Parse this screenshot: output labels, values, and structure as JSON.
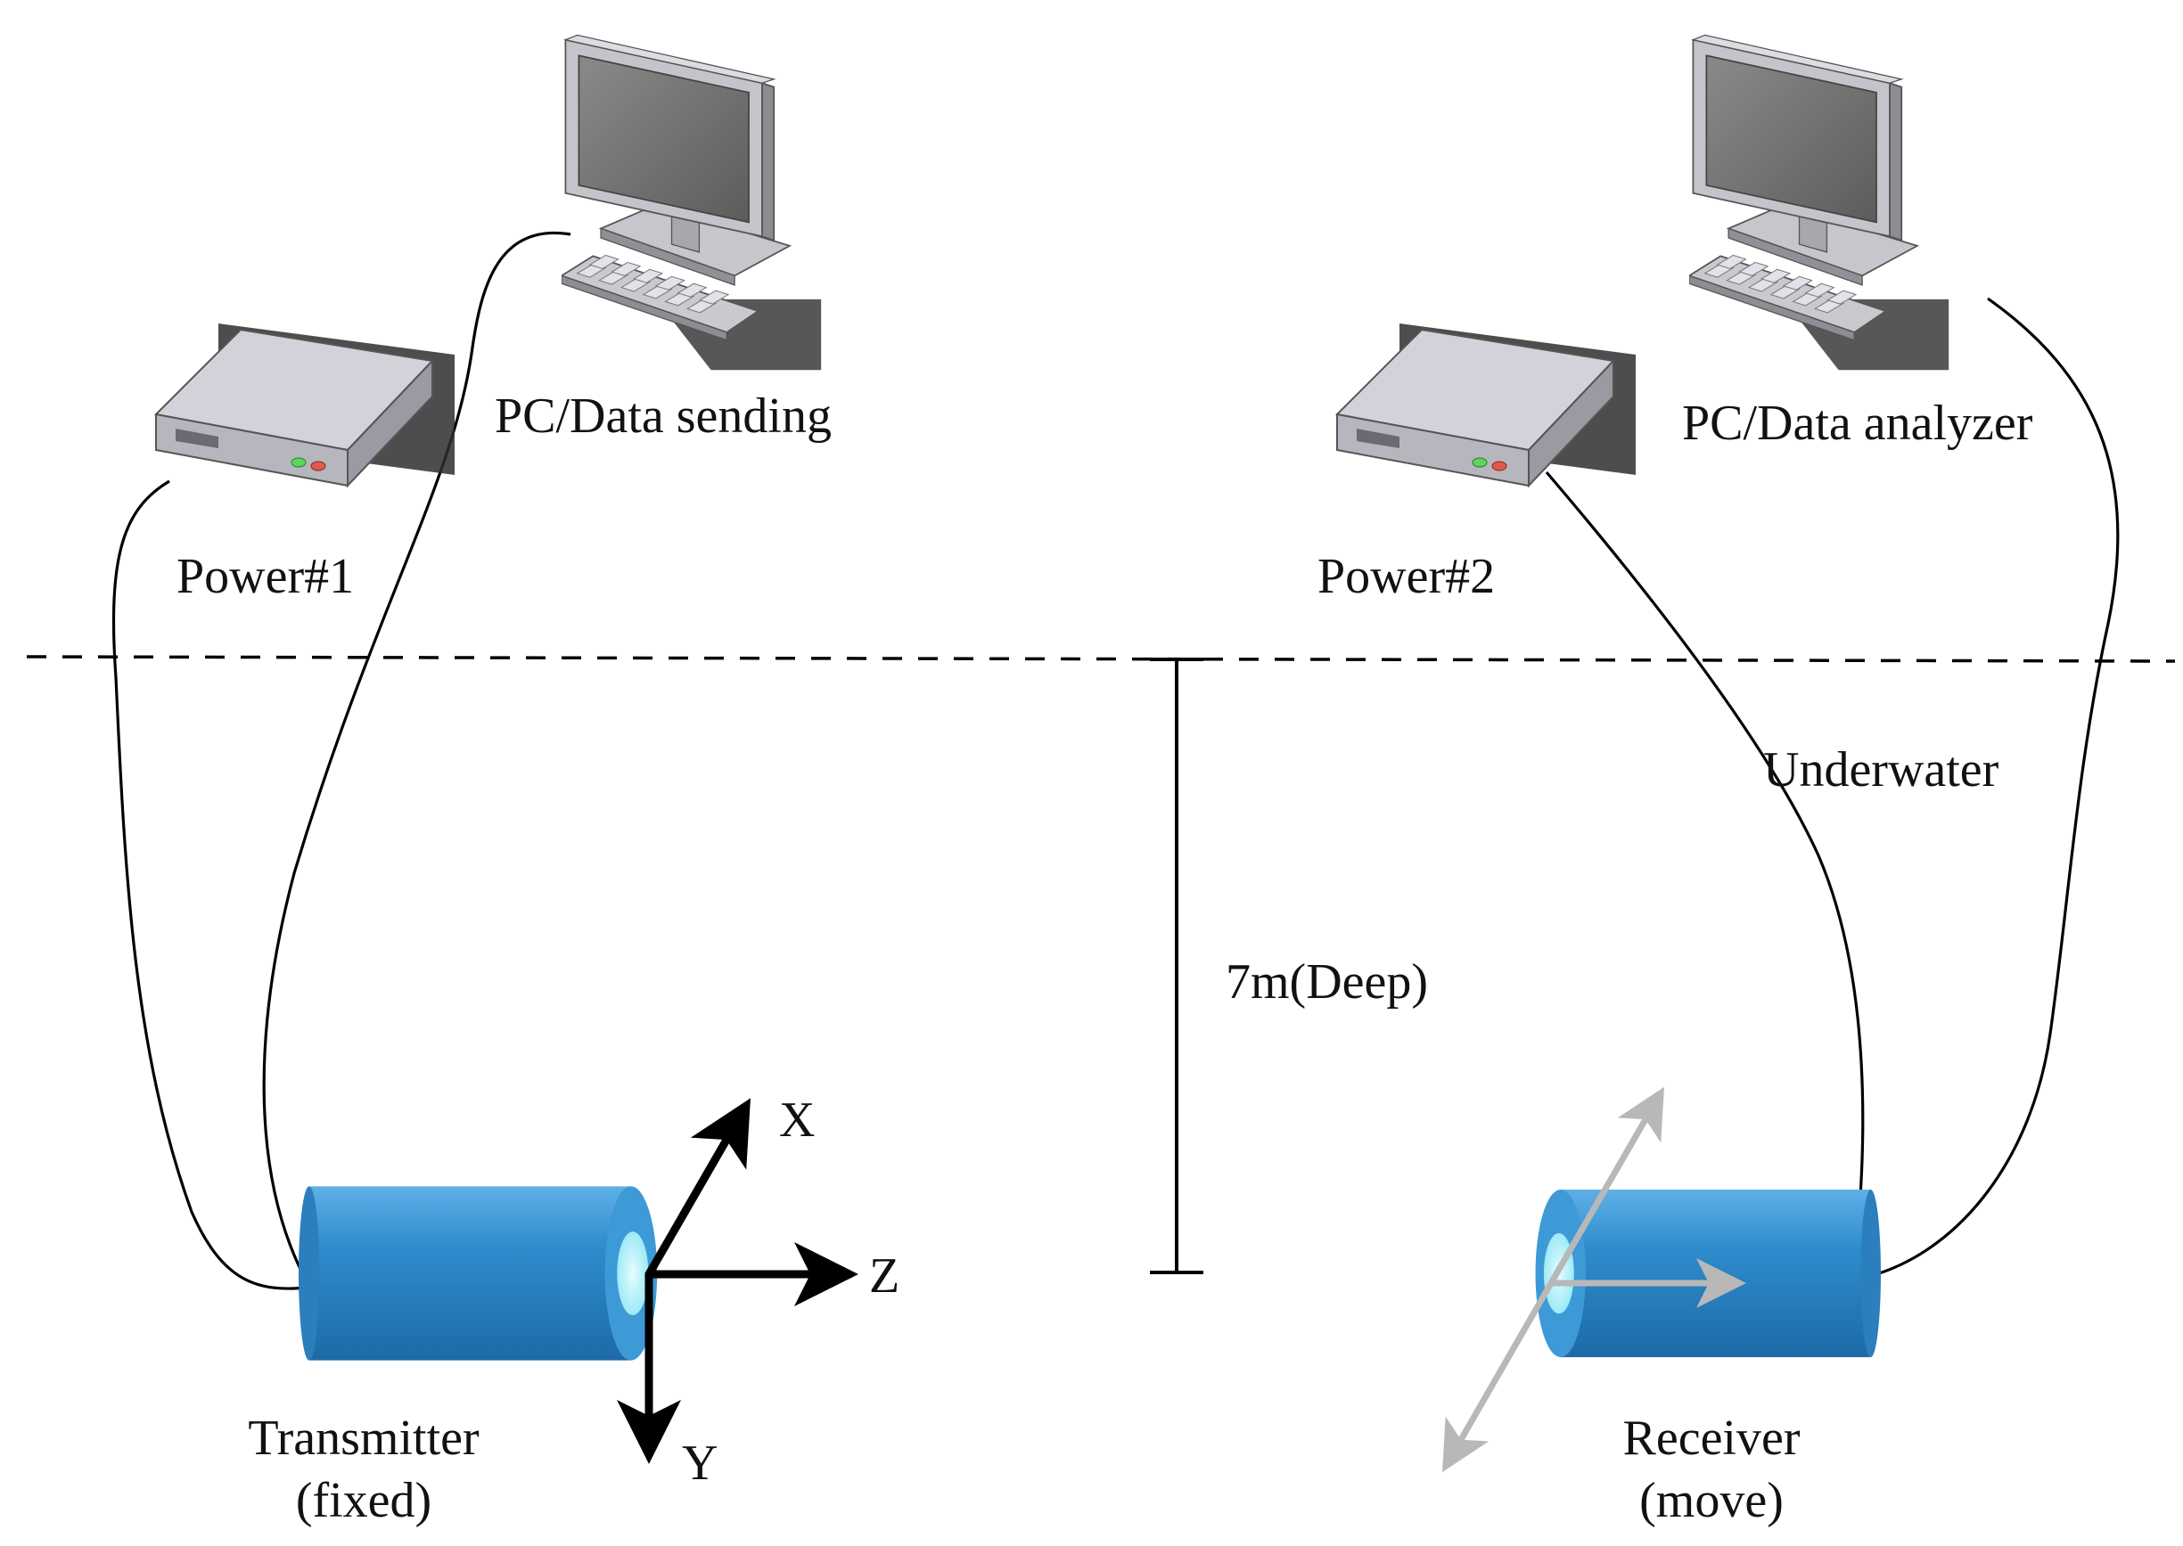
{
  "labels": {
    "pc_sending": "PC/Data sending",
    "pc_analyzer": "PC/Data analyzer",
    "power1": "Power#1",
    "power2": "Power#2",
    "underwater": "Underwater",
    "depth": "7m(Deep)",
    "transmitter_line1": "Transmitter",
    "transmitter_line2": "(fixed)",
    "receiver_line1": "Receiver",
    "receiver_line2": "(move)",
    "axis_x": "X",
    "axis_y": "Y",
    "axis_z": "Z"
  },
  "colors": {
    "cylinder_body": "#2a7fbc",
    "cylinder_light": "#4aa3dd",
    "cylinder_face": "#a6f3ff",
    "device_gray": "#c8c8d2",
    "receiver_axes": "#b8b8b8",
    "axes": "#000000"
  },
  "icons": {
    "pc_sending": "desktop-computer-icon",
    "pc_analyzer": "desktop-computer-icon",
    "power1": "power-supply-box-icon",
    "power2": "power-supply-box-icon",
    "transmitter": "cylinder-transducer-icon",
    "receiver": "cylinder-transducer-icon"
  }
}
